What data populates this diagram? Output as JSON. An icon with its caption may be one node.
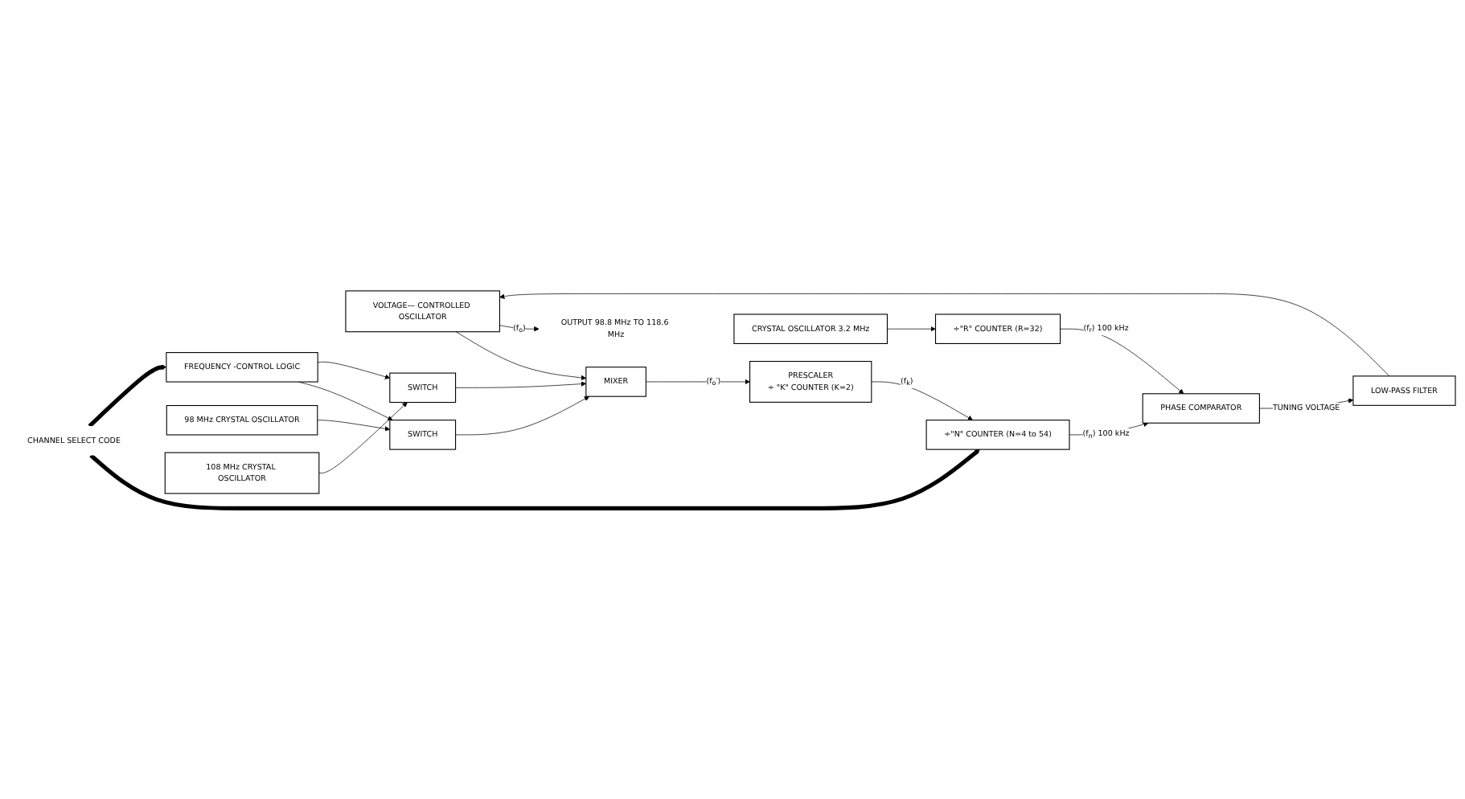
{
  "diagram": {
    "nodes": [
      {
        "text": [
          "VOLTAGE— CONTROLLED OSCILLATOR"
        ]
      },
      {
        "text": [
          "MIXER"
        ]
      },
      {
        "text": [
          "FREQUENCY -CONTROL LOGIC"
        ]
      },
      {
        "text": [
          "PRESCALER",
          "÷ \"K\" COUNTER (K=2)"
        ]
      },
      {
        "text": [
          "÷\"N\" COUNTER (N=4 to 54)"
        ]
      },
      {
        "text": [
          "PHASE COMPARATOR"
        ]
      },
      {
        "text": [
          "÷\"R\" COUNTER (R=32)"
        ]
      },
      {
        "text": [
          "CRYSTAL OSCILLATOR 3.2 MHz"
        ]
      },
      {
        "text": [
          "SWITCH"
        ]
      },
      {
        "text": [
          "SWITCH"
        ]
      },
      {
        "text": [
          "98 MHz CRYSTAL OSCILLATOR"
        ]
      },
      {
        "text": [
          "108 MHz CRYSTAL OSCILLATOR"
        ]
      },
      {
        "text": [
          "LOW-PASS FILTER"
        ]
      },
      {
        "text": [
          "CHANNEL SELECT CODE"
        ]
      },
      {
        "text": [
          "OUTPUT 98.8 MHz TO 118.6 MHz"
        ]
      }
    ],
    "edges": [
      {
        "from": 0,
        "to": 1,
        "arrow": "to"
      },
      {
        "from": 0,
        "to": 14,
        "arrow": "to",
        "label": "(f$_{o}$)"
      },
      {
        "from": 1,
        "to": 3,
        "arrow": "to",
        "label": "(f$_{o}$′)"
      },
      {
        "from": 3,
        "to": 4,
        "arrow": "to",
        "label": "(f$_{k}$)"
      },
      {
        "from": 4,
        "to": 5,
        "arrow": "to",
        "label": "(f$_{n}$) 100 kHz"
      },
      {
        "from": 6,
        "to": 5,
        "arrow": "to",
        "label": "(f$_{r}$) 100 kHz"
      },
      {
        "from": 7,
        "to": 6,
        "arrow": "to"
      },
      {
        "from": 5,
        "to": 12,
        "arrow": "to",
        "label": "TUNING VOLTAGE"
      },
      {
        "from": 12,
        "to": 0,
        "arrow": "to"
      },
      {
        "from": 13,
        "to": 4,
        "arrow": "to",
        "style": "thick"
      },
      {
        "from": 13,
        "to": 2,
        "arrow": "to",
        "style": "thick"
      },
      {
        "from": 2,
        "to": 8,
        "arrow": "to"
      },
      {
        "from": 2,
        "to": 9,
        "arrow": "to"
      },
      {
        "from": 8,
        "to": 1,
        "arrow": "to"
      },
      {
        "from": 9,
        "to": 1,
        "arrow": "to"
      },
      {
        "from": 10,
        "to": 8,
        "arrow": "to"
      },
      {
        "from": 11,
        "to": 9,
        "arrow": "to"
      }
    ]
  }
}
